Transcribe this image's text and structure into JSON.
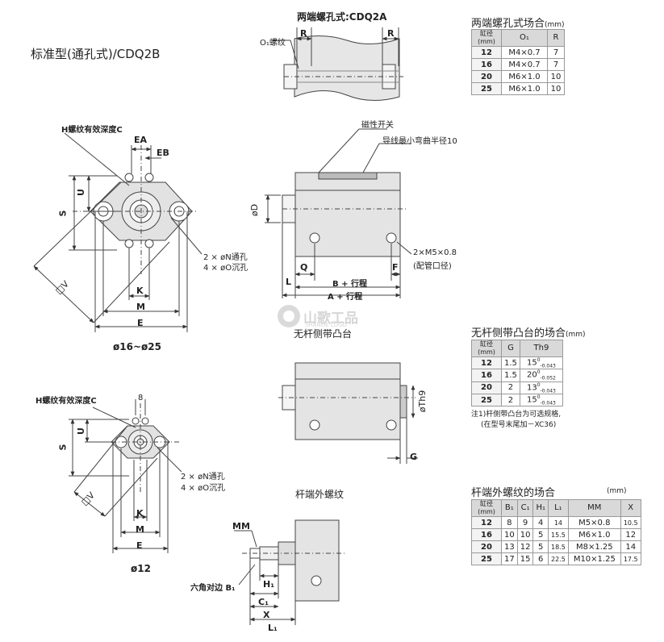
{
  "main_title": "标准型(通孔式)/CDQ2B",
  "double_end": {
    "title": "两端螺孔式:CDQ2A",
    "labels": {
      "o1": "O₁螺纹",
      "r1": "R",
      "r2": "R"
    }
  },
  "table_double_end": {
    "title": "两端螺孔式场合",
    "unit": "(mm)",
    "headers": [
      "缸径\n(mm)",
      "O₁",
      "R"
    ],
    "rows": [
      [
        "12",
        "M4×0.7",
        "7"
      ],
      [
        "16",
        "M4×0.7",
        "7"
      ],
      [
        "20",
        "M6×1.0",
        "10"
      ],
      [
        "25",
        "M6×1.0",
        "10"
      ]
    ]
  },
  "front_view_large": {
    "labels": {
      "h_thread": "H螺纹有效深度C",
      "ea": "EA",
      "eb": "EB",
      "u": "U",
      "s": "S",
      "v": "□V",
      "k": "K",
      "m": "M",
      "e": "E",
      "n_hole": "2 × øN通孔",
      "o_hole": "4 × øO沉孔"
    },
    "caption": "ø16~ø25"
  },
  "front_view_small": {
    "labels": {
      "h_thread": "H螺纹有效深度C",
      "b": "8",
      "u": "U",
      "s": "S",
      "v": "□V",
      "k": "K",
      "m": "M",
      "e": "E",
      "n_hole": "2 × øN通孔",
      "o_hole": "4 × øO沉孔"
    },
    "caption": "ø12"
  },
  "side_view": {
    "labels": {
      "switch": "磁性开关",
      "bend": "导线最小弯曲半径10",
      "d": "øD",
      "port": "2×M5×0.8",
      "port_note": "(配管口径)",
      "q": "Q",
      "f": "F",
      "l": "L",
      "b_stroke": "B + 行程",
      "a_stroke": "A + 行程"
    }
  },
  "watermark": {
    "text": "山歌工品",
    "sub": "SHANGE LOGO"
  },
  "boss_view": {
    "title": "无杆侧带凸台",
    "labels": {
      "th9": "øTh9",
      "g": "G"
    }
  },
  "table_boss": {
    "title": "无杆侧带凸台的场合",
    "unit": "(mm)",
    "headers": [
      "缸径\n(mm)",
      "G",
      "Th9"
    ],
    "rows": [
      [
        "12",
        "1.5",
        "15",
        "0",
        "-0.043"
      ],
      [
        "16",
        "1.5",
        "20",
        "0",
        "-0.052"
      ],
      [
        "20",
        "2",
        "13",
        "0",
        "-0.043"
      ],
      [
        "25",
        "2",
        "15",
        "0",
        "-0.043"
      ]
    ],
    "note1": "注1)杆侧带凸台为可选规格,",
    "note2": "(在型号末尾加－XC36)"
  },
  "rod_view": {
    "title": "杆端外螺纹",
    "labels": {
      "mm": "MM",
      "hex": "六角对边 B₁",
      "h1": "H₁",
      "c1": "C₁",
      "x": "X",
      "l1": "L₁"
    }
  },
  "table_rod": {
    "title": "杆端外螺纹的场合",
    "unit": "(mm)",
    "headers": [
      "缸径\n(mm)",
      "B₁",
      "C₁",
      "H₁",
      "L₁",
      "MM",
      "X"
    ],
    "rows": [
      [
        "12",
        "8",
        "9",
        "4",
        "14",
        "M5×0.8",
        "10.5"
      ],
      [
        "16",
        "10",
        "10",
        "5",
        "15.5",
        "M6×1.0",
        "12"
      ],
      [
        "20",
        "13",
        "12",
        "5",
        "18.5",
        "M8×1.25",
        "14"
      ],
      [
        "25",
        "17",
        "15",
        "6",
        "22.5",
        "M10×1.25",
        "17.5"
      ]
    ]
  }
}
